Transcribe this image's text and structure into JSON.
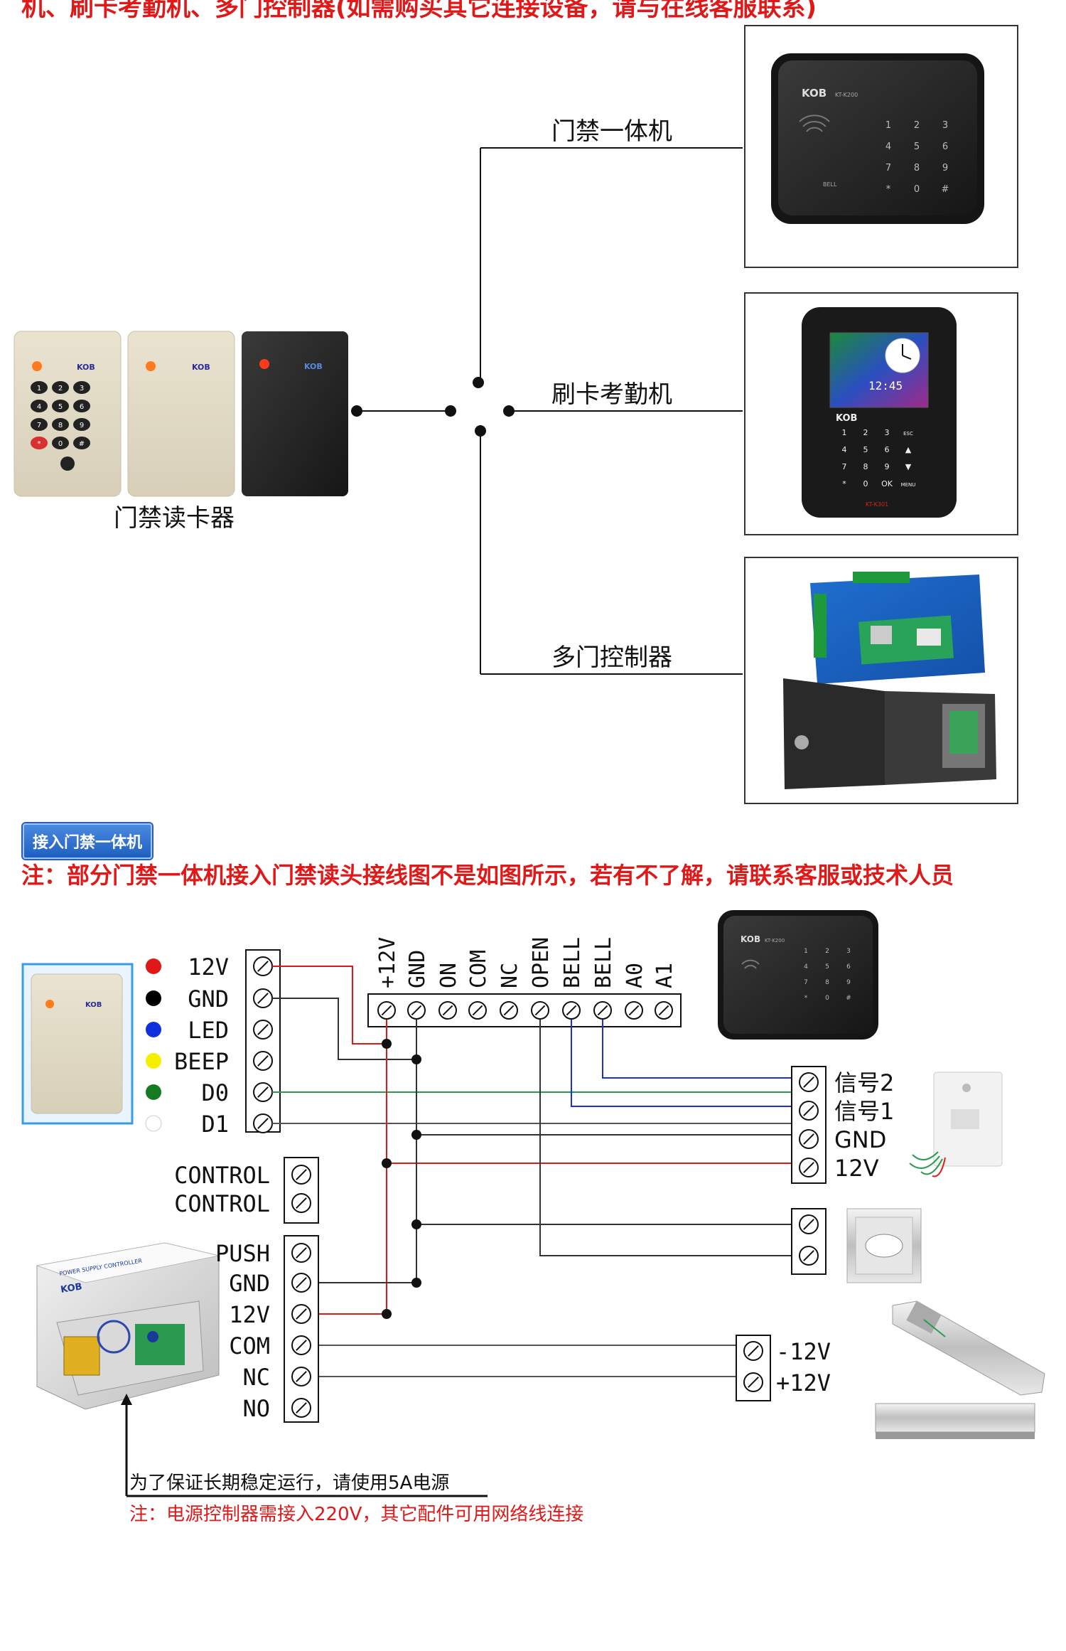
{
  "header_text": "机、刷卡考勤机、多门控制器(如需购买其它连接设备，请与在线客服联系)",
  "devices": {
    "reader_group_label": "门禁读卡器",
    "reader_brand": "KOB",
    "standalone_label": "门禁一体机",
    "standalone_model": "KT-K200",
    "standalone_bell": "BELL",
    "attendance_label": "刷卡考勤机",
    "attendance_model": "KT-K301",
    "attendance_time": "12:45",
    "controller_label": "多门控制器",
    "keypad_keys": [
      "1",
      "2",
      "3",
      "4",
      "5",
      "6",
      "7",
      "8",
      "9",
      "*",
      "0",
      "#"
    ],
    "attendance_keys": [
      "1",
      "2",
      "3",
      "ESC",
      "4",
      "5",
      "6",
      "▲",
      "7",
      "8",
      "9",
      "▼",
      "*",
      "0",
      "OK",
      "MENU"
    ]
  },
  "section2": {
    "badge": "接入门禁一体机",
    "note": "注：部分门禁一体机接入门禁读头接线图不是如图所示，若有不了解，请联系客服或技术人员"
  },
  "wiring": {
    "reader_pins": [
      {
        "label": "12V",
        "color": "#e01818"
      },
      {
        "label": "GND",
        "color": "#000000"
      },
      {
        "label": "LED",
        "color": "#1030e0"
      },
      {
        "label": "BEEP",
        "color": "#f4f000"
      },
      {
        "label": "D0",
        "color": "#157a20"
      },
      {
        "label": "D1",
        "color": "#ffffff"
      }
    ],
    "top_terminals": [
      "+12V",
      "GND",
      "ON",
      "COM",
      "NC",
      "OPEN",
      "BELL",
      "BELL",
      "A0",
      "A1"
    ],
    "control_labels": [
      "CONTROL",
      "CONTROL"
    ],
    "power_labels": [
      "PUSH",
      "GND",
      "12V",
      "COM",
      "NC",
      "NO"
    ],
    "power_brand": "POWER SUPPLY CONTROLLER",
    "bell_labels": [
      "信号2",
      "信号1",
      "GND",
      "12V"
    ],
    "lock_labels": [
      "-12V",
      "+12V"
    ],
    "power_note": "为了保证长期稳定运行，请使用5A电源",
    "power_note2": "注：电源控制器需接入220V，其它配件可用网络线连接"
  }
}
